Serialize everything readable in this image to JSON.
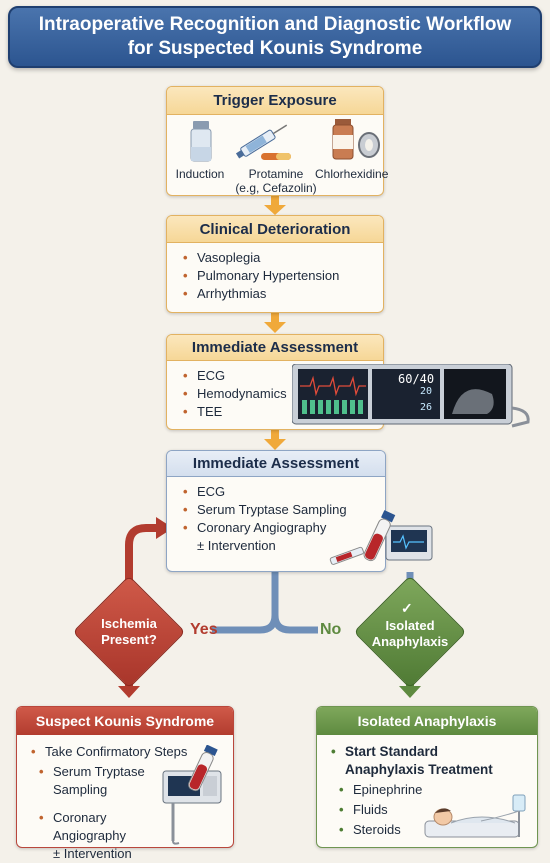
{
  "title": "Intraoperative Recognition and Diagnostic Workflow\nfor Suspected Kounis Syndrome",
  "trigger": {
    "heading": "Trigger Exposure",
    "items": [
      {
        "label": "Induction",
        "icon": "vial-icon"
      },
      {
        "label": "Protamine\n(e.g, Cefazolin)",
        "icon": "syringe-icon"
      },
      {
        "label": "Chlorhexidine",
        "icon": "bottle-icon"
      }
    ]
  },
  "deterioration": {
    "heading": "Clinical Deterioration",
    "items": [
      "Vasoplegia",
      "Pulmonary Hypertension",
      "Arrhythmias"
    ]
  },
  "assessment1": {
    "heading": "Immediate Assessment",
    "items": [
      "ECG",
      "Hemodynamics",
      "TEE"
    ],
    "monitor": {
      "val1": "60/40",
      "val2": "20",
      "val3": "26"
    }
  },
  "assessment2": {
    "heading": "Immediate Assessment",
    "items": [
      "ECG",
      "Serum Tryptase Sampling",
      "Coronary Angiography\n± Intervention"
    ]
  },
  "decision": {
    "left": "Ischemia\nPresent?",
    "right": "Isolated\nAnaphylaxis",
    "yes": "Yes",
    "no": "No"
  },
  "kounis": {
    "heading": "Suspect Kounis Syndrome",
    "items": [
      "Take Confirmatory Steps",
      "Serum Tryptase\nSampling",
      "Coronary Angiography\n± Intervention"
    ]
  },
  "anaphylaxis": {
    "heading": "Isolated Anaphylaxis",
    "items": [
      "Start Standard\nAnaphylaxis Treatment",
      "Epinephrine",
      "Fluids",
      "Steroids"
    ]
  },
  "colors": {
    "accent_blue": "#2c5590",
    "orange": "#f0a93a",
    "red": "#b23c2f",
    "green": "#5e8a40"
  }
}
